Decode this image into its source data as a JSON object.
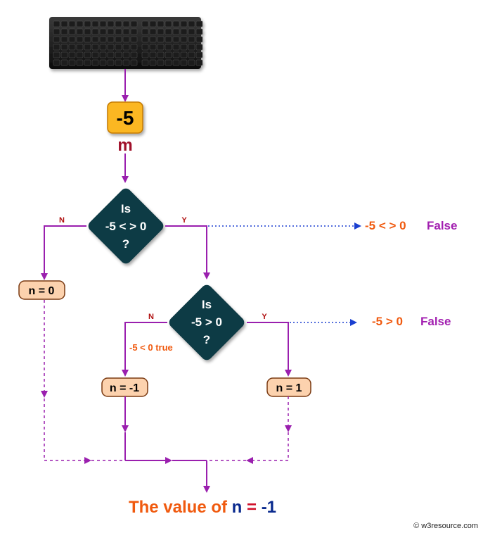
{
  "input": {
    "value": "-5",
    "var_name": "m"
  },
  "decision1": {
    "line1": "Is",
    "line2": "-5 < > 0",
    "line3": "?",
    "no_label": "N",
    "yes_label": "Y",
    "outcome_expr": "-5 < > 0",
    "outcome_result": "False"
  },
  "decision2": {
    "line1": "Is",
    "line2": "-5 > 0",
    "line3": "?",
    "no_label": "N",
    "yes_label": "Y",
    "outcome_expr": "-5 > 0",
    "outcome_result": "False",
    "note": "-5 < 0 true"
  },
  "boxes": {
    "n_zero": "n = 0",
    "n_neg_one": "n = -1",
    "n_one": "n = 1"
  },
  "result": {
    "prefix": "The value of ",
    "var": "n",
    "eq": " = ",
    "value": "-1"
  },
  "credit": "© w3resource.com",
  "colors": {
    "flow": "#9a1fae",
    "dotted": "#1a3fd0",
    "diamond": "#0d3a44",
    "orange": "#f05a0f",
    "purple": "#a21fb0",
    "box_fill": "#fcd2ae",
    "input_fill": "#fbb724"
  },
  "icons": {
    "keyboard": "keyboard-icon"
  }
}
